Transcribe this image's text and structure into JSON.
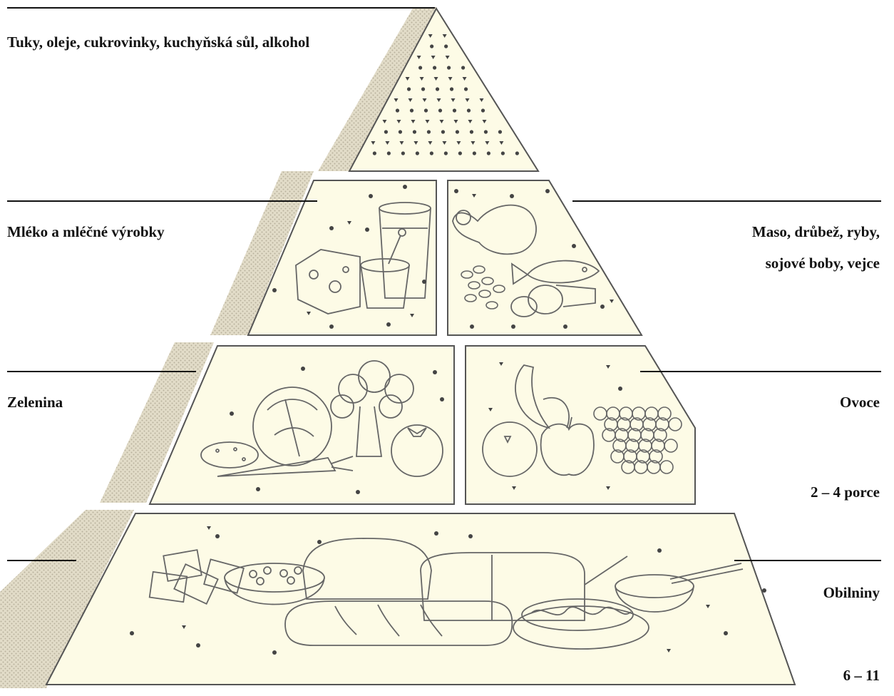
{
  "colors": {
    "paper": "#fdfbe6",
    "ink": "#555555",
    "shadow": "#cfcab8",
    "dot": "#444444"
  },
  "labels": {
    "fats": "Tuky, oleje, cukrovinky, kuchyňská sůl, alkohol",
    "dairy": "Mléko a mléčné výrobky",
    "meat_line1": "Maso, drůbež, ryby,",
    "meat_line2": "sojové boby, vejce",
    "vegetables": "Zelenina",
    "fruit": "Ovoce",
    "fruit_servings": "2 – 4 porce",
    "grains": "Obilniny",
    "grains_servings": "6 – 11"
  },
  "illustrations": {
    "tier1_right": [
      "meat-icon",
      "fish-icon",
      "beans-icon",
      "egg-icon"
    ],
    "tier1_left": [
      "milk-glass-icon",
      "yogurt-cup-icon",
      "cheese-icon"
    ],
    "tier2_left": [
      "cabbage-icon",
      "broccoli-icon",
      "carrot-icon",
      "potato-icon",
      "tomato-icon"
    ],
    "tier2_right": [
      "banana-icon",
      "orange-icon",
      "apple-icon",
      "grapes-icon"
    ],
    "tier3": [
      "crackers-icon",
      "cereal-bowl-icon",
      "bread-loaf-icon",
      "baguette-icon",
      "pasta-plate-icon",
      "rice-bowl-icon"
    ]
  }
}
